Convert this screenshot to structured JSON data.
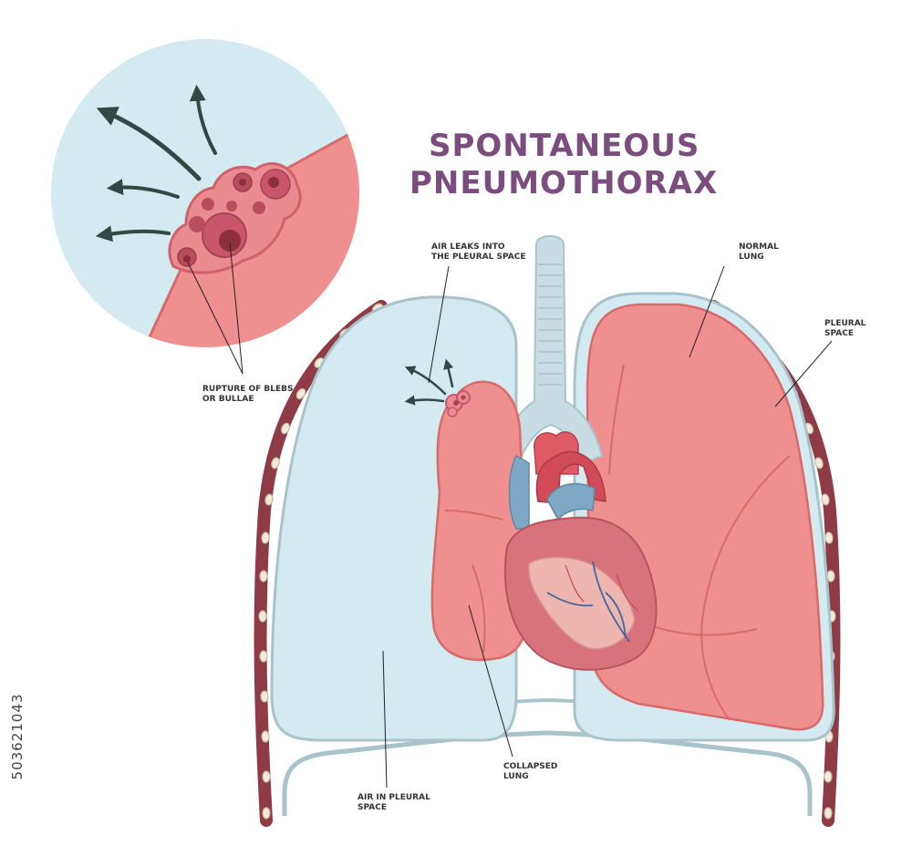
{
  "title": {
    "line1": "SPONTANEOUS",
    "line2": "PNEUMOTHORAX",
    "color": "#7b4d7e"
  },
  "labels": {
    "air_leaks": [
      "AIR LEAKS INTO",
      "THE PLEURAL SPACE"
    ],
    "normal_lung": [
      "NORMAL",
      "LUNG"
    ],
    "pleural_space": [
      "PLEURAL",
      "SPACE"
    ],
    "rupture": [
      "RUPTURE OF BLEBS",
      "OR BULLAE"
    ],
    "collapsed_lung": [
      "COLLAPSED",
      "LUNG"
    ],
    "air_in_pleural": [
      "AIR IN PLEURAL",
      "SPACE"
    ]
  },
  "stock_id": "503621043",
  "colors": {
    "lung_pink": "#f08f8f",
    "lung_outline": "#d96a6a",
    "pleural_air": "#cfe8ee",
    "pleura_outline": "#a9c3ca",
    "trachea": "#c7dde3",
    "rib_red": "#8e3b46",
    "cartilage": "#f3eadc",
    "heart": "#d8737b",
    "vessel_blue": "#7fa8c4",
    "arrow": "#2f4a44"
  }
}
